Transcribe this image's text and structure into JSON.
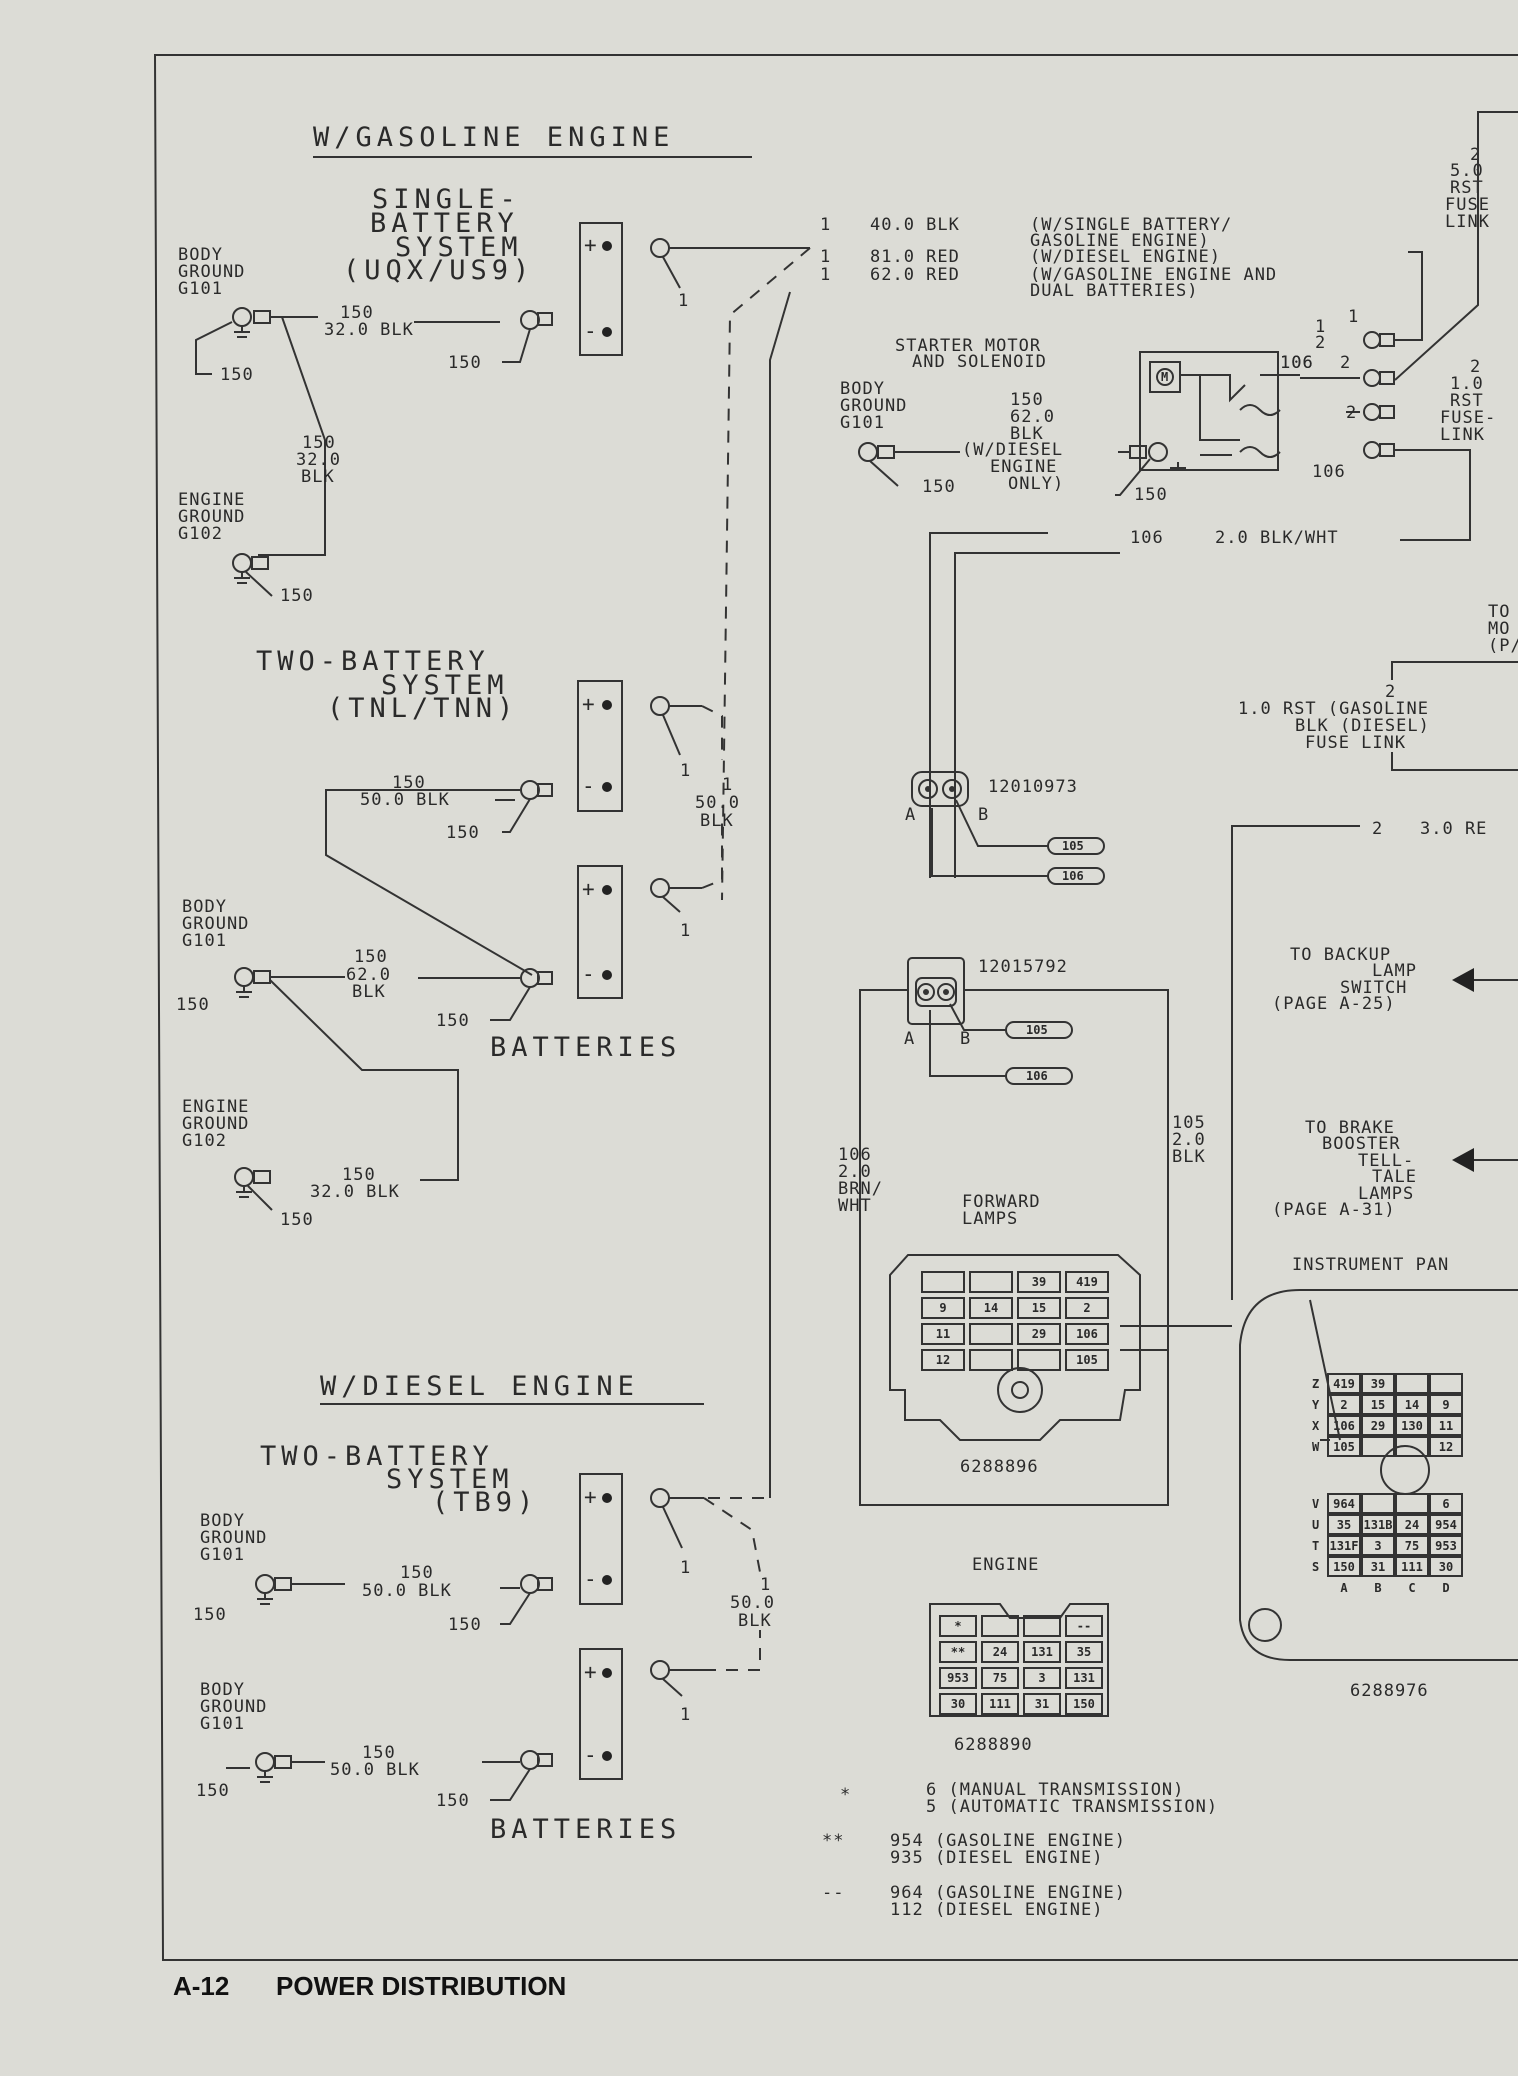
{
  "page": {
    "page_number": "A-12",
    "section_title": "POWER DISTRIBUTION"
  },
  "gasoline_section": {
    "heading": "W/GASOLINE ENGINE",
    "single_battery": [
      "SINGLE-",
      "BATTERY",
      "SYSTEM",
      "(UQX/US9)"
    ],
    "two_battery": [
      "TWO-BATTERY",
      "SYSTEM",
      "(TNL/TNN)"
    ],
    "batteries_label": "BATTERIES"
  },
  "diesel_section": {
    "heading": "W/DIESEL ENGINE",
    "two_battery": [
      "TWO-BATTERY",
      "SYSTEM",
      "(TB9)"
    ],
    "batteries_label": "BATTERIES"
  },
  "grounds": {
    "body_g101": [
      "BODY",
      "GROUND",
      "G101"
    ],
    "engine_g102": [
      "ENGINE",
      "GROUND",
      "G102"
    ]
  },
  "battery_cable_notes": [
    [
      "1",
      "40.0 BLK",
      "(W/SINGLE BATTERY/",
      "GASOLINE ENGINE)"
    ],
    [
      "1",
      "81.0 RED",
      "(W/DIESEL ENGINE)"
    ],
    [
      "1",
      "62.0 RED",
      "(W/GASOLINE ENGINE AND",
      "DUAL BATTERIES)"
    ]
  ],
  "wire_labels": {
    "w150_32_blk": "32.0 BLK",
    "w150": "150",
    "w150_32_vert": [
      "150",
      "32.0",
      "BLK"
    ],
    "w50_blk": "50.0 BLK",
    "w62_blk": [
      "150",
      "62.0",
      "BLK"
    ],
    "w50_vert": [
      "1",
      "50.0",
      "BLK"
    ],
    "terminal_1": "1",
    "terminal_2": "2",
    "terminal_106": "106"
  },
  "starter": {
    "title": [
      "STARTER MOTOR",
      "AND SOLENOID"
    ],
    "ground": [
      "BODY",
      "GROUND",
      "G101"
    ],
    "cable": [
      "150",
      "62.0",
      "BLK",
      "(W/DIESEL",
      "ENGINE",
      "ONLY)"
    ],
    "fuse_link_top": [
      "2",
      "5.0",
      "RST",
      "FUSE",
      "LINK"
    ],
    "fuse_link_mid": [
      "2",
      "1.0",
      "RST",
      "FUSE-",
      "LINK"
    ],
    "wire_106": [
      "106",
      "2.0 BLK/WHT"
    ],
    "to_motor": [
      "TO",
      "MO",
      "(P/"
    ],
    "fuse_link_right": [
      "2",
      "1.0 RST (GASOLINE",
      "BLK (DIESEL)",
      "FUSE LINK"
    ],
    "wire_2_30": [
      "2",
      "3.0 RE"
    ]
  },
  "connectors": {
    "c1": {
      "part": "12010973",
      "pins": [
        "A",
        "B"
      ],
      "wires": [
        "105",
        "106"
      ]
    },
    "c2": {
      "part": "12015792",
      "pins": [
        "A",
        "B"
      ],
      "wires": [
        "105",
        "106"
      ]
    },
    "w105": [
      "105",
      "2.0",
      "BLK"
    ],
    "w106": [
      "106",
      "2.0",
      "BRN/",
      "WHT"
    ]
  },
  "forward_lamps": {
    "title": [
      "FORWARD",
      "LAMPS"
    ],
    "part": "6288896",
    "rows": [
      [
        "",
        "",
        "39",
        "419"
      ],
      [
        "9",
        "14",
        "15",
        "2"
      ],
      [
        "11",
        "",
        "29",
        "106"
      ],
      [
        "12",
        "",
        "",
        "105"
      ]
    ]
  },
  "engine_connector": {
    "title": "ENGINE",
    "part": "6288890",
    "rows": [
      [
        "*",
        "",
        "",
        "--"
      ],
      [
        "**",
        "24",
        "131",
        "35"
      ],
      [
        "953",
        "75",
        "3",
        "131"
      ],
      [
        "30",
        "111",
        "31",
        "150"
      ]
    ]
  },
  "instrument_panel": {
    "title": "INSTRUMENT PAN",
    "part": "6288976",
    "upper_rows": [
      [
        "Z",
        "419",
        "39",
        "",
        ""
      ],
      [
        "Y",
        "2",
        "15",
        "14",
        "9"
      ],
      [
        "X",
        "106",
        "29",
        "130",
        "11"
      ],
      [
        "W",
        "105",
        "",
        "",
        "12"
      ]
    ],
    "lower_rows": [
      [
        "V",
        "964",
        "",
        "",
        "6"
      ],
      [
        "U",
        "35",
        "131B",
        "24",
        "954"
      ],
      [
        "T",
        "131F",
        "3",
        "75",
        "953"
      ],
      [
        "S",
        "150",
        "31",
        "111",
        "30"
      ]
    ],
    "columns": [
      "A",
      "B",
      "C",
      "D"
    ]
  },
  "destinations": {
    "backup": [
      "TO BACKUP",
      "LAMP",
      "SWITCH",
      "(PAGE A-25)"
    ],
    "brake": [
      "TO BRAKE",
      "BOOSTER",
      "TELL-",
      "TALE",
      "LAMPS",
      "(PAGE A-31)"
    ]
  },
  "legend": [
    {
      "symbol": "*",
      "lines": [
        "6 (MANUAL TRANSMISSION)",
        "5 (AUTOMATIC TRANSMISSION)"
      ]
    },
    {
      "symbol": "**",
      "lines": [
        "954 (GASOLINE ENGINE)",
        "935 (DIESEL ENGINE)"
      ]
    },
    {
      "symbol": "--",
      "lines": [
        "964 (GASOLINE ENGINE)",
        "112 (DIESEL ENGINE)"
      ]
    }
  ],
  "battery_polarity": {
    "plus": "+",
    "minus": "-"
  }
}
